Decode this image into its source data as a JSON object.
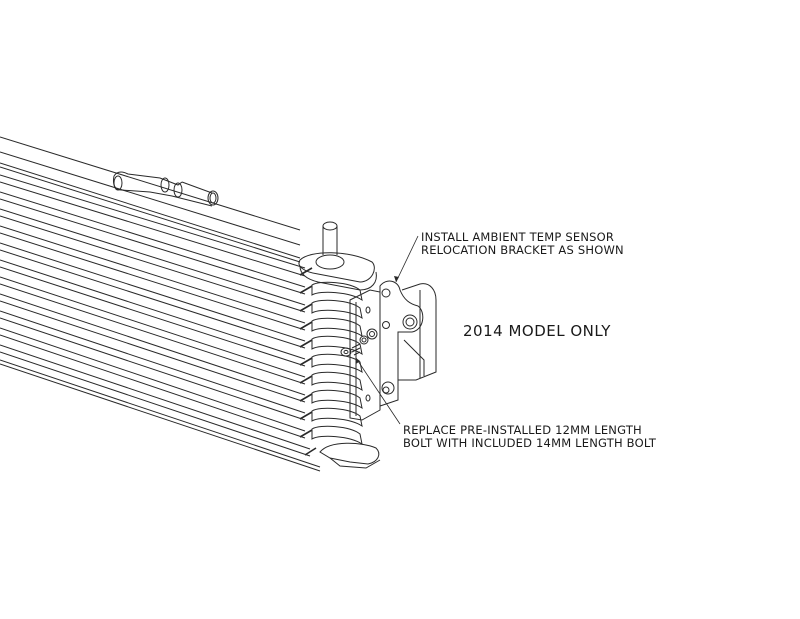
{
  "diagram": {
    "type": "technical-installation-drawing",
    "subject": "transmission cooler with ambient temp sensor relocation bracket",
    "background_color": "#ffffff",
    "line_color": "#2a2a2a"
  },
  "annotations": {
    "bracket_note": {
      "line1": "INSTALL AMBIENT TEMP SENSOR",
      "line2": "RELOCATION BRACKET AS SHOWN"
    },
    "model_note": "2014 MODEL ONLY",
    "bolt_note": {
      "line1": "REPLACE PRE-INSTALLED 12MM LENGTH",
      "line2": "BOLT WITH INCLUDED 14MM LENGTH BOLT"
    }
  }
}
